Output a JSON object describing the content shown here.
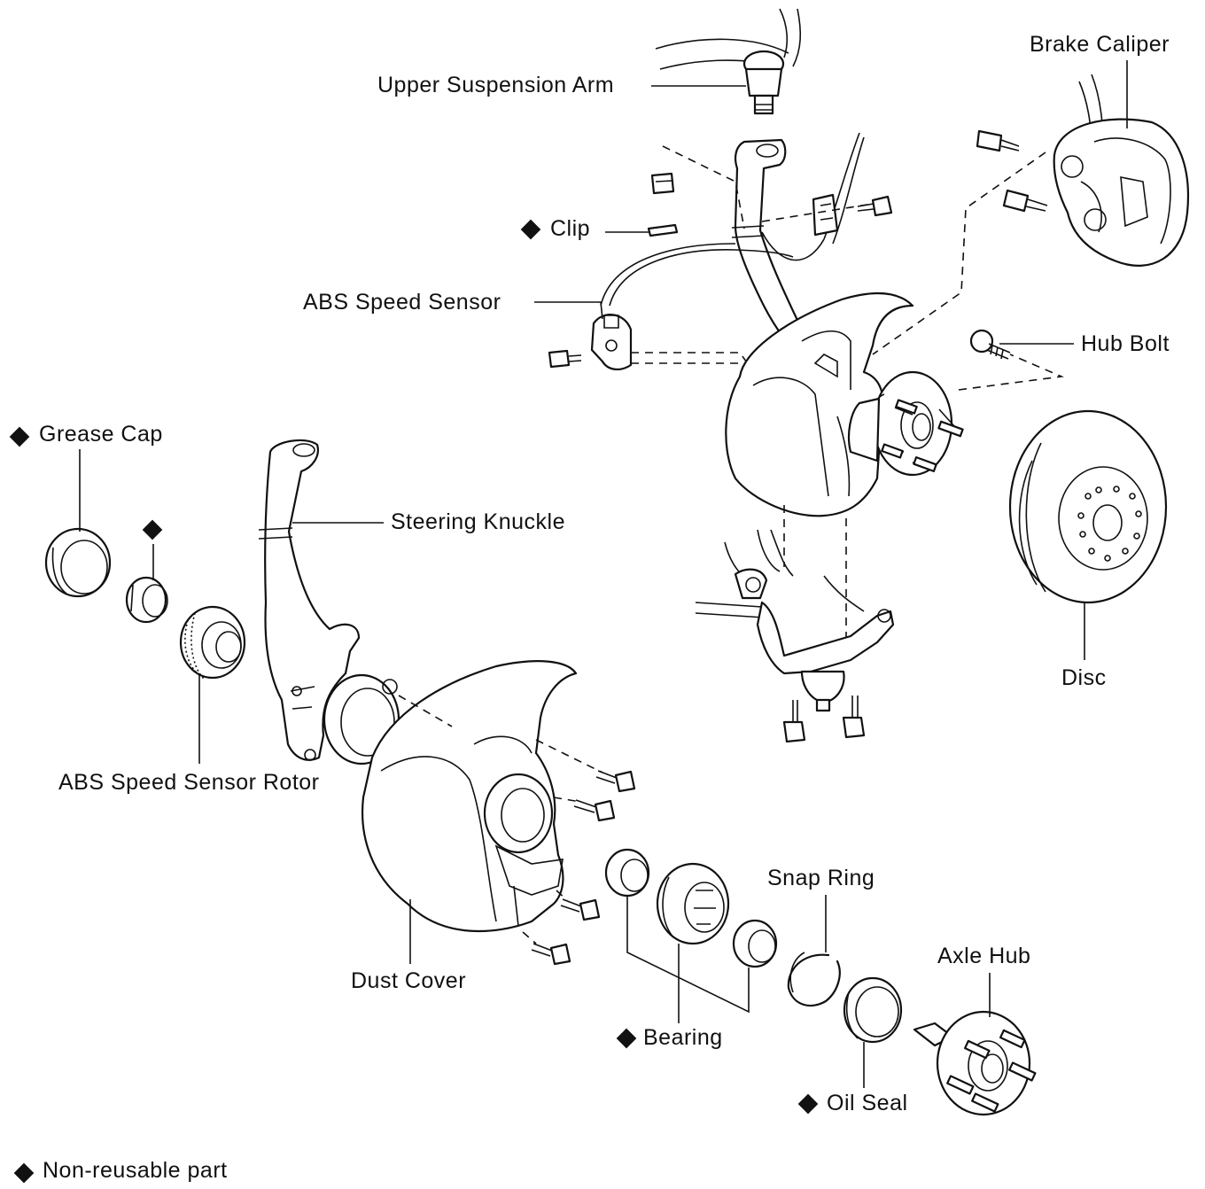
{
  "labels": {
    "upper_suspension_arm": "Upper Suspension Arm",
    "brake_caliper": "Brake Caliper",
    "clip": "Clip",
    "abs_speed_sensor": "ABS Speed Sensor",
    "hub_bolt": "Hub Bolt",
    "grease_cap": "Grease Cap",
    "steering_knuckle": "Steering Knuckle",
    "disc": "Disc",
    "abs_speed_sensor_rotor": "ABS Speed Sensor Rotor",
    "snap_ring": "Snap Ring",
    "axle_hub": "Axle Hub",
    "dust_cover": "Dust Cover",
    "bearing": "Bearing",
    "oil_seal": "Oil Seal"
  },
  "legend": {
    "symbol": "diamond-icon",
    "text": "Non-reusable part"
  },
  "colors": {
    "ink": "#111111",
    "paper": "#ffffff"
  }
}
